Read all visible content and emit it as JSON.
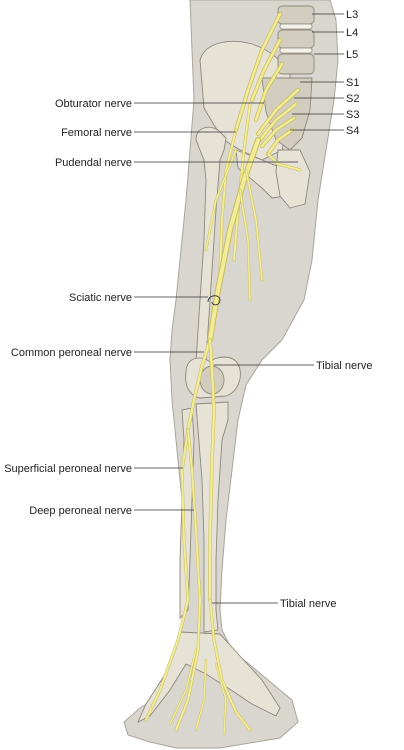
{
  "colors": {
    "skin": "#d9d6cf",
    "skin_edge": "#a9a59b",
    "bone": "#e6e2d6",
    "nerve": "#f2eb9a",
    "label_text": "#222222"
  },
  "vertebral_labels": [
    "L3",
    "L4",
    "L5"
  ],
  "sacral_labels": [
    "S1",
    "S2",
    "S3",
    "S4"
  ],
  "nerve_labels": {
    "obturator": "Obturator nerve",
    "femoral": "Femoral nerve",
    "pudendal": "Pudendal nerve",
    "sciatic": "Sciatic nerve",
    "common_peroneal": "Common peroneal nerve",
    "tibial_upper": "Tibial nerve",
    "superficial_peroneal": "Superficial peroneal nerve",
    "deep_peroneal": "Deep peroneal nerve",
    "tibial_lower": "Tibial nerve"
  }
}
